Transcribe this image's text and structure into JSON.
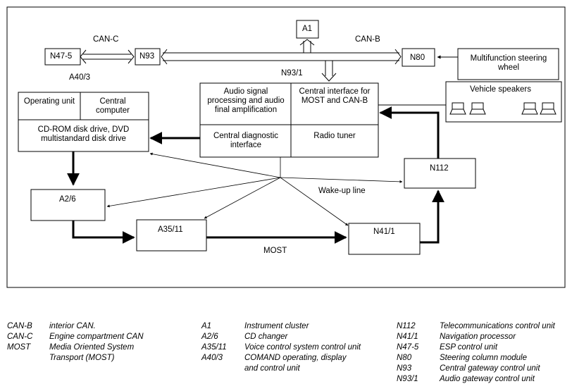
{
  "buses": {
    "can_c": "CAN-C",
    "can_b": "CAN-B",
    "most": "MOST",
    "wakeup": "Wake-up line"
  },
  "nodes": {
    "a1": "A1",
    "n47_5": "N47-5",
    "n93": "N93",
    "n80": "N80",
    "msw": "Multifunction steering wheel",
    "a40_3": "A40/3",
    "n93_1": "N93/1",
    "vehicle_speakers": "Vehicle speakers",
    "operating_unit": "Operating unit",
    "central_computer": "Central computer",
    "cdrom": "CD-ROM disk drive, DVD multistandard disk drive",
    "audio_proc": "Audio signal processing and audio final amplification",
    "central_iface": "Central interface for MOST and CAN-B",
    "central_diag": "Central diagnostic interface",
    "radio_tuner": "Radio tuner",
    "n112": "N112",
    "a2_6": "A2/6",
    "a35_11": "A35/11",
    "n41_1": "N41/1"
  },
  "legend": {
    "col1": [
      {
        "code": "CAN-B",
        "desc": "interior CAN."
      },
      {
        "code": "CAN-C",
        "desc": "Engine compartment CAN"
      },
      {
        "code": "MOST",
        "desc": "Media Oriented System"
      },
      {
        "code": "",
        "desc": "Transport (MOST)"
      }
    ],
    "col2": [
      {
        "code": "A1",
        "desc": "Instrument cluster"
      },
      {
        "code": "A2/6",
        "desc": "CD changer"
      },
      {
        "code": "A35/11",
        "desc": "Voice control system control unit"
      },
      {
        "code": "A40/3",
        "desc": "COMAND operating, display"
      },
      {
        "code": "",
        "desc": "and control unit"
      }
    ],
    "col3": [
      {
        "code": "N112",
        "desc": "Telecommunications control unit"
      },
      {
        "code": "N41/1",
        "desc": "Navigation processor"
      },
      {
        "code": "N47-5",
        "desc": "ESP control unit"
      },
      {
        "code": "N80",
        "desc": "Steering column module"
      },
      {
        "code": "N93",
        "desc": "Central gateway control unit"
      },
      {
        "code": "N93/1",
        "desc": "Audio gateway control unit"
      }
    ]
  }
}
